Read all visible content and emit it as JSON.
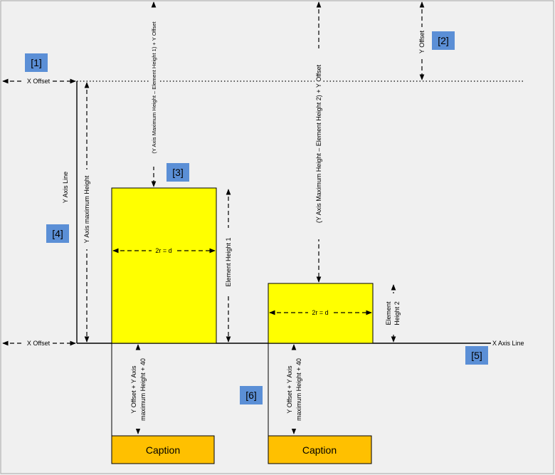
{
  "badges": {
    "b1": "[1]",
    "b2": "[2]",
    "b3": "[3]",
    "b4": "[4]",
    "b5": "[5]",
    "b6": "[6]"
  },
  "labels": {
    "x_offset_top": "X Offset",
    "x_offset_bottom": "X Offset",
    "y_offset": "Y Offset",
    "y_axis_line": "Y Axis Line",
    "y_axis_max_height": "Y Axis maximum Height",
    "x_axis_line": "X Axis Line",
    "gap1": "(Y Axis Maximum Height – Element Height 1) + Y Offset",
    "gap2": "(Y Axis Maximum Height – Element Height 2) + Y Offset",
    "element_height_1": "Element Height 1",
    "element_height_2_line1": "Element",
    "element_height_2_line2": "Height 2",
    "diameter_1": "2r = d",
    "diameter_2": "2r = d",
    "caption_offset_1_line1": "Y  Offset + Y Axis",
    "caption_offset_1_line2": "maximum Height + 40",
    "caption_offset_2_line1": "Y  Offset + Y Axis",
    "caption_offset_2_line2": "maximum Height + 40"
  },
  "captions": {
    "caption1": "Caption",
    "caption2": "Caption"
  },
  "colors": {
    "background": "#f0f0f0",
    "element_fill": "#ffff00",
    "caption_fill": "#ffc000",
    "badge_fill": "#5b8fd6",
    "line": "#000000"
  }
}
